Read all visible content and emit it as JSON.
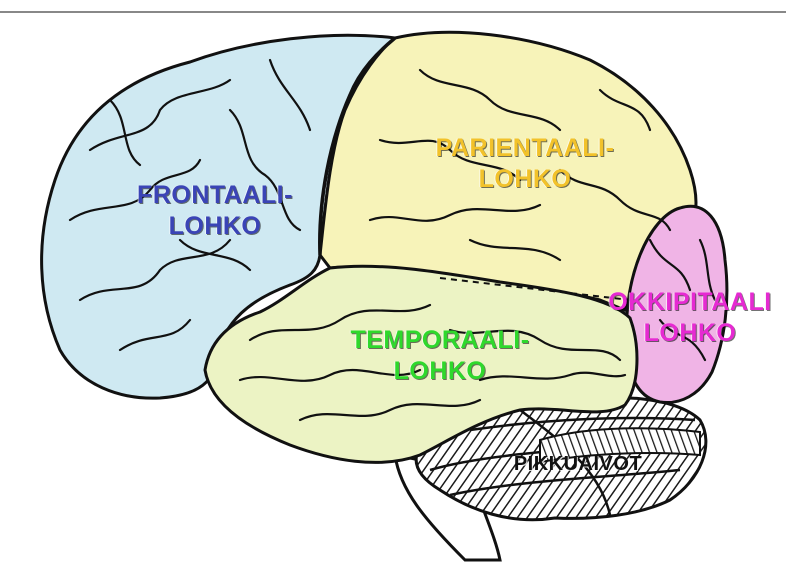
{
  "labels": {
    "frontal": {
      "line1": "FRONTAALI-",
      "line2": "LOHKO"
    },
    "parietal": {
      "line1": "PARIENTAALI-",
      "line2": "LOHKO"
    },
    "occipital": {
      "line1": "OKKIPITAALI",
      "line2": "LOHKO"
    },
    "temporal": {
      "line1": "TEMPORAALI-",
      "line2": "LOHKO"
    },
    "cerebellum": {
      "line1": "PIKKUAIVOT"
    }
  },
  "colors": {
    "frontal": "#cfe9f2",
    "parietal": "#f7f3b9",
    "occipital": "#f0b4e6",
    "temporal": "#ecf3c4",
    "cerebellum": "#2a2a2a",
    "frontal_text": "#3a44b6",
    "parietal_text": "#f2c22a",
    "occipital_text": "#e62ad2",
    "temporal_text": "#2fd82c",
    "cerebellum_text": "#111111"
  }
}
